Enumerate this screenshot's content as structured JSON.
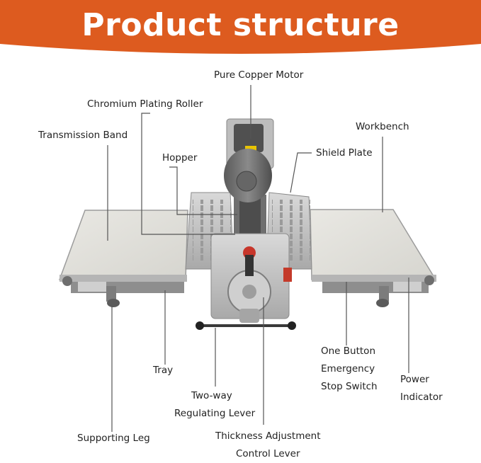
{
  "banner": {
    "title": "Product structure",
    "color": "#dd5b1f"
  },
  "labels": {
    "motor": "Pure Copper Motor",
    "roller": "Chromium Plating Roller",
    "transmission_band": "Transmission Band",
    "workbench": "Workbench",
    "hopper": "Hopper",
    "shield_plate": "Shield Plate",
    "tray": "Tray",
    "two_way_line1": "Two-way",
    "two_way_line2": "Regulating Lever",
    "supporting_leg": "Supporting Leg",
    "thickness_line1": "Thickness Adjustment",
    "thickness_line2": "Control Lever",
    "emergency_line1": "One Button",
    "emergency_line2": "Emergency",
    "emergency_line3": "Stop Switch",
    "power_line1": "Power",
    "power_line2": "Indicator"
  }
}
